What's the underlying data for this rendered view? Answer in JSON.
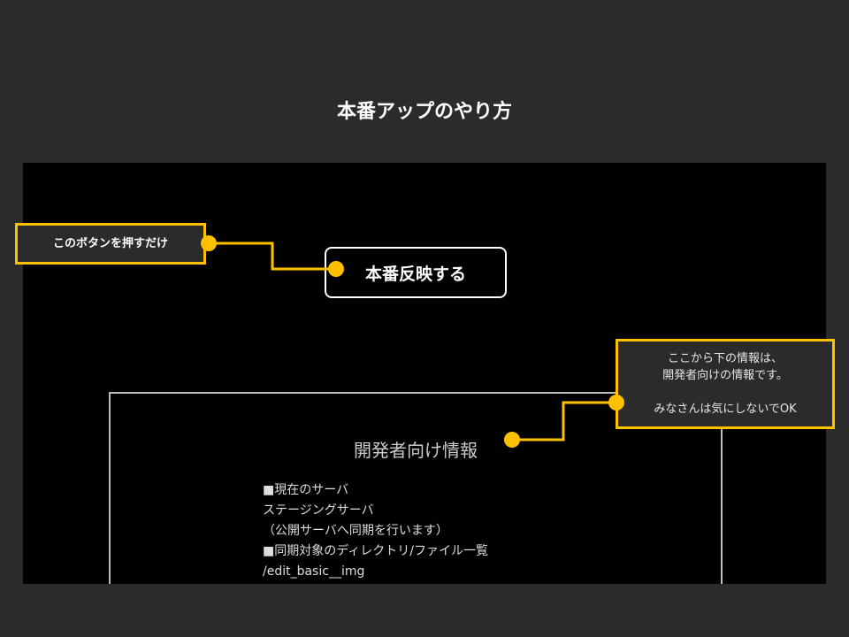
{
  "page_title": "本番アップのやり方",
  "publish_button_label": "本番反映する",
  "callouts": {
    "button_hint": "このボタンを押すだけ",
    "dev_hint_lines": [
      "ここから下の情報は、",
      "開発者向けの情報です。",
      "",
      "みなさんは気にしないでOK"
    ]
  },
  "dev_info": {
    "heading": "開発者向け情報",
    "lines": [
      "■現在のサーバ",
      "ステージングサーバ",
      "（公開サーバへ同期を行います）",
      "■同期対象のディレクトリ/ファイル一覧",
      "/edit_basic__img"
    ]
  },
  "colors": {
    "accent": "#ffc000",
    "background": "#2b2b2b",
    "panel": "#000000"
  }
}
